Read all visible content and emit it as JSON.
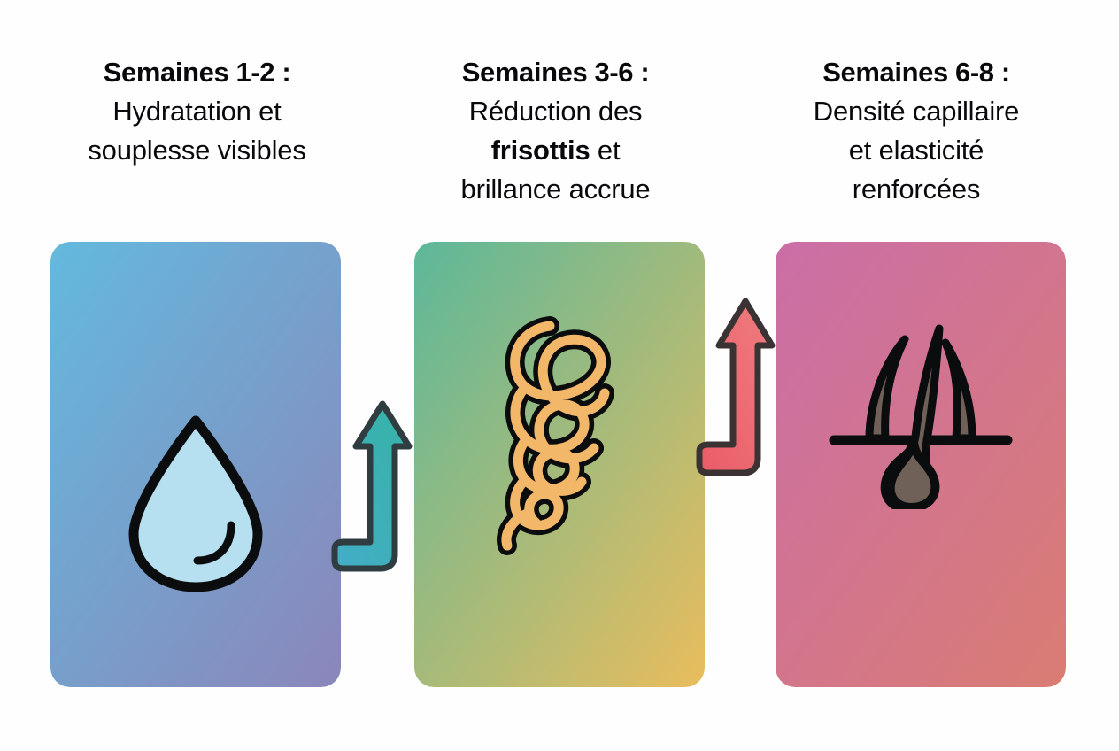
{
  "page": {
    "background": "#fefefe",
    "language": "fr",
    "title": "Chronologie des resultats capillaires"
  },
  "steps": [
    {
      "id": "step-1",
      "heading": "Semaines 1-2 :",
      "body_line_1": "Hydratation et",
      "body_line_2": "souplesse visibles",
      "body_plain": "Hydratation et souplesse visibles",
      "icon": "water-drop-icon",
      "icon_fill": "#b6dff0",
      "icon_stroke": "#0b0c0e",
      "border_from": "#63b9dd",
      "border_to": "#8b86ba"
    },
    {
      "id": "step-2",
      "heading": "Semaines 3-6 :",
      "body_line_1": "Réduction des",
      "body_line_2_pre": "",
      "body_emphasis": "frisottis",
      "body_line_2_post": " et",
      "body_line_3": "brillance accrue",
      "body_plain": "Réduction des frisottis et brillance accrue",
      "icon": "curly-hair-icon",
      "icon_fill": "#f3b769",
      "icon_stroke": "#0b0c0e",
      "border_from": "#5cb89a",
      "border_to": "#e9bd5d"
    },
    {
      "id": "step-3",
      "heading": "Semaines 6-8 :",
      "body_line_1": "Densité capillaire",
      "body_line_2": "et elasticité",
      "body_line_3": "renforcées",
      "body_plain": "Densité capillaire et elasticité renforcées",
      "icon": "hair-follicle-icon",
      "icon_fill": "#6f6158",
      "icon_stroke": "#0b0c0e",
      "border_from": "#ca6ea7",
      "border_to": "#da7c73"
    }
  ],
  "connectors": [
    {
      "id": "arrow-1",
      "name": "progress-arrow-teal",
      "direction": "up",
      "shape": "l-shaped-up-arrow",
      "fill_from": "#44adc9",
      "fill_to": "#35b3a4",
      "stroke": "#2f3d41"
    },
    {
      "id": "arrow-2",
      "name": "progress-arrow-coral",
      "direction": "up",
      "shape": "l-shaped-up-arrow",
      "fill_from": "#ef7d7f",
      "fill_to": "#ea5b68",
      "stroke": "#3b3234"
    }
  ]
}
